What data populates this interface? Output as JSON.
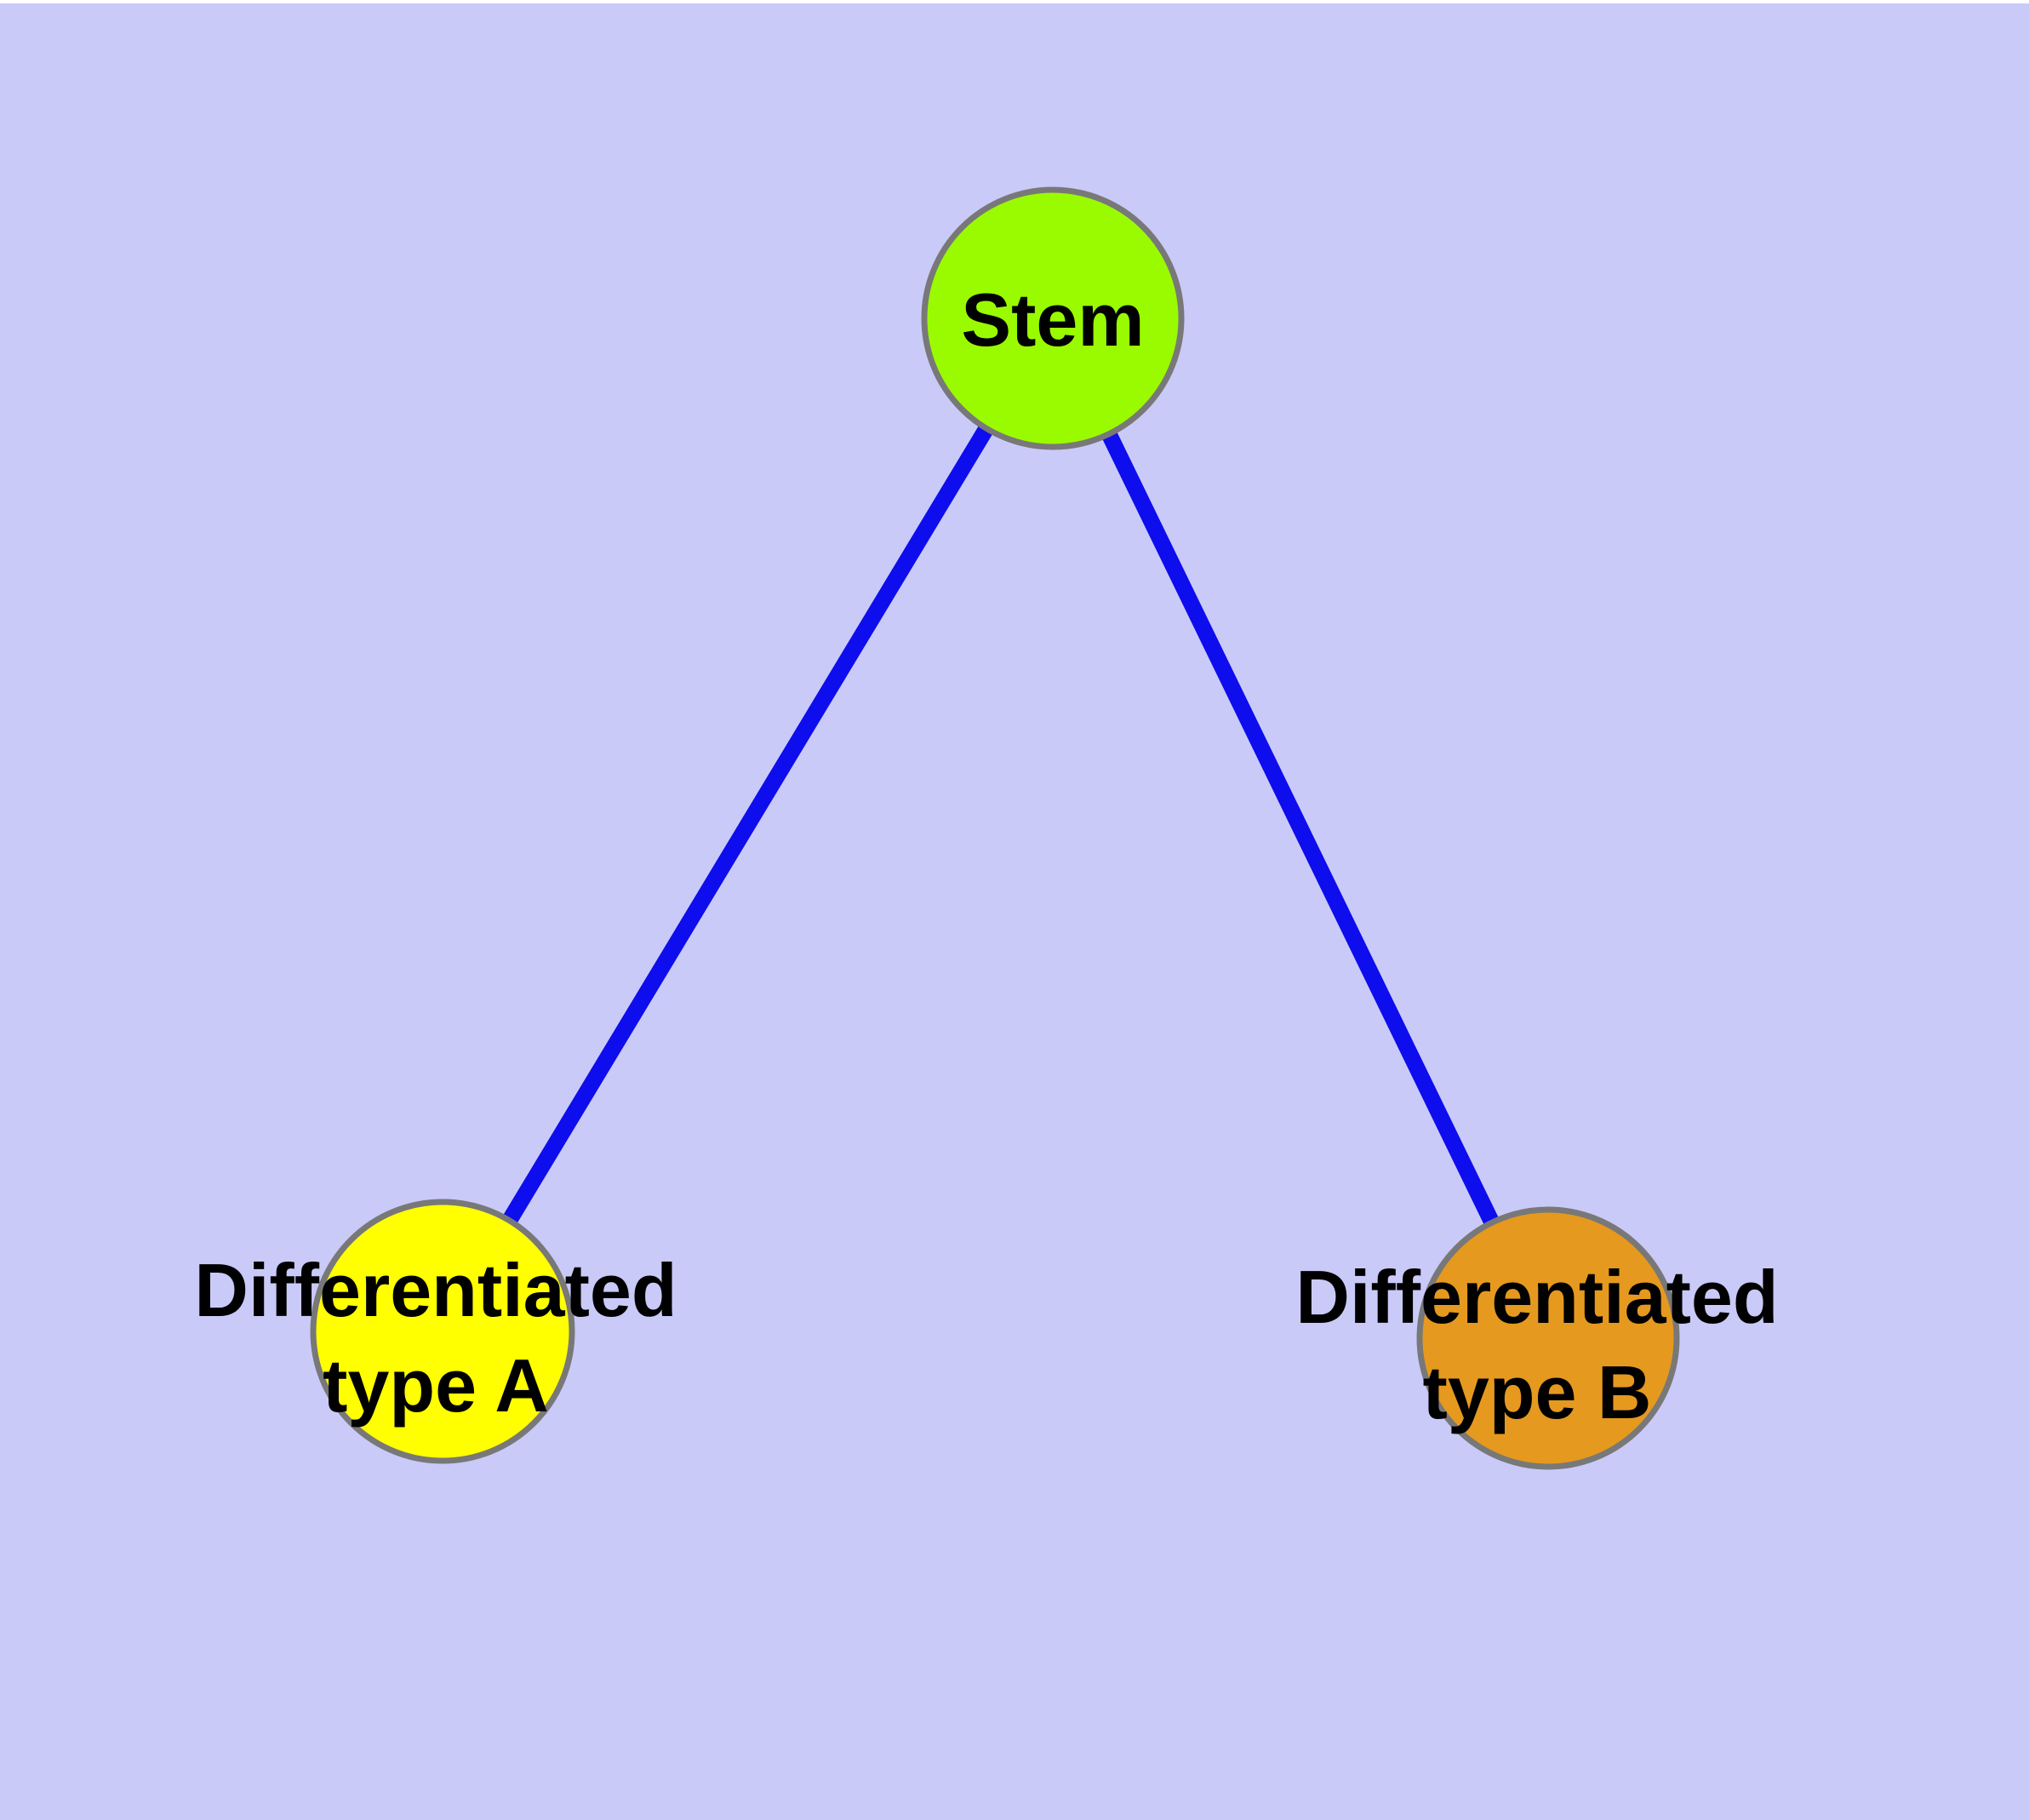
{
  "diagram": {
    "background_color": "#cacaf8",
    "top_strip_color": "#ffffff",
    "edge_color": "#0d0dee",
    "node_border_color": "#787878",
    "label_color": "#000000",
    "nodes": {
      "stem": {
        "id": "stem",
        "label": "Stem",
        "fill": "#9afb00"
      },
      "diff_a": {
        "id": "diff-a",
        "label": "Differentiated type A",
        "line1": "Differentiated",
        "line2": "type A",
        "fill": "#ffff00"
      },
      "diff_b": {
        "id": "diff-b",
        "label": "Differentiated type B",
        "line1": "Differentiated",
        "line2": "type B",
        "fill": "#e6991f"
      }
    },
    "edges": [
      {
        "from": "Stem",
        "to": "Differentiated type A"
      },
      {
        "from": "Stem",
        "to": "Differentiated type B"
      }
    ]
  }
}
